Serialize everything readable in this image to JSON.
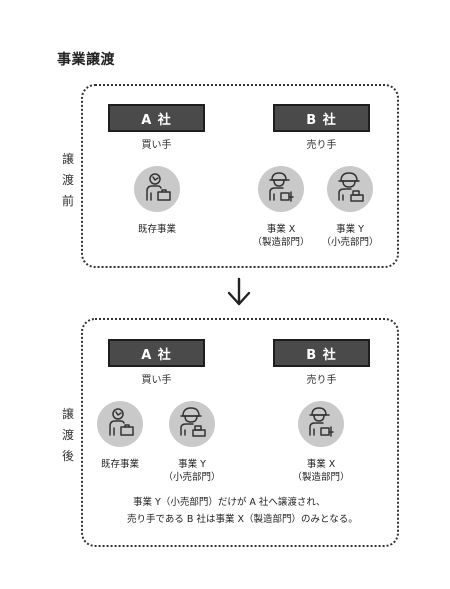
{
  "title": "事業譲渡",
  "before": {
    "label": "譲渡前",
    "company_a": "A 社",
    "company_b": "B 社",
    "role_a": "買い手",
    "role_b": "売り手",
    "existing": "既存事業",
    "biz_x": "事業 X",
    "biz_x_sub": "（製造部門）",
    "biz_y": "事業 Y",
    "biz_y_sub": "（小売部門）"
  },
  "after": {
    "label": "譲渡後",
    "company_a": "A 社",
    "company_b": "B 社",
    "role_a": "買い手",
    "role_b": "売り手",
    "existing": "既存事業",
    "biz_y": "事業 Y",
    "biz_y_sub": "（小売部門）",
    "biz_x": "事業 X",
    "biz_x_sub": "（製造部門）",
    "note_line1": "事業 Y（小売部門）だけが A 社へ譲渡され、",
    "note_line2": "売り手である B 社は事業 X（製造部門）のみとなる。"
  },
  "colors": {
    "company_box": "#4a4a4a",
    "person_circle": "#c9c9c9",
    "stroke": "#333333"
  },
  "icons": [
    "office-worker-icon",
    "factory-worker-icon",
    "shop-clerk-icon",
    "down-arrow-icon"
  ]
}
